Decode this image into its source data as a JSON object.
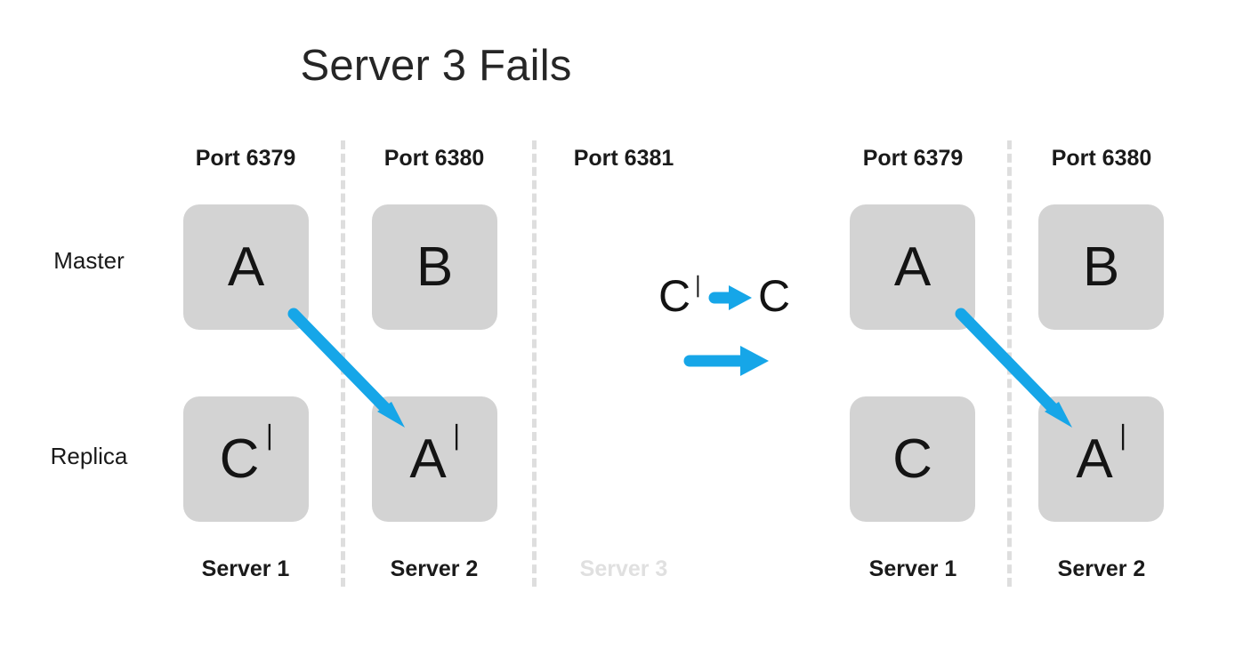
{
  "title": "Server 3 Fails",
  "row_labels": {
    "master": "Master",
    "replica": "Replica"
  },
  "accent_color": "#16a6e8",
  "box_color": "#d3d3d3",
  "divider_color": "#dedede",
  "faded_color": "#e0e0e0",
  "left_cluster": {
    "columns": [
      {
        "port": "Port 6379",
        "server": "Server 1",
        "server_faded": false,
        "master": {
          "glyph": "A",
          "prime": ""
        },
        "replica": {
          "glyph": "C",
          "prime": "∣"
        }
      },
      {
        "port": "Port 6380",
        "server": "Server 2",
        "server_faded": false,
        "master": {
          "glyph": "B",
          "prime": ""
        },
        "replica": {
          "glyph": "A",
          "prime": "∣"
        }
      },
      {
        "port": "Port 6381",
        "server": "Server 3",
        "server_faded": true,
        "master": null,
        "replica": null
      }
    ],
    "promotion_arrow": {
      "name": "promotion-arrow",
      "from": "Server 1 Master A",
      "to": "Server 2 Replica A'"
    }
  },
  "middle": {
    "transform_from": "C",
    "transform_from_prime": "∣",
    "transform_to": "C",
    "arrow_label": "",
    "arrows": [
      "inline-transform-arrow",
      "transition-arrow"
    ]
  },
  "right_cluster": {
    "columns": [
      {
        "port": "Port 6379",
        "server": "Server 1",
        "server_faded": false,
        "master": {
          "glyph": "A",
          "prime": ""
        },
        "replica": {
          "glyph": "C",
          "prime": ""
        }
      },
      {
        "port": "Port 6380",
        "server": "Server 2",
        "server_faded": false,
        "master": {
          "glyph": "B",
          "prime": ""
        },
        "replica": {
          "glyph": "A",
          "prime": "∣"
        }
      }
    ],
    "promotion_arrow": {
      "name": "promotion-arrow",
      "from": "Server 1 Master A",
      "to": "Server 2 Replica A'"
    }
  }
}
